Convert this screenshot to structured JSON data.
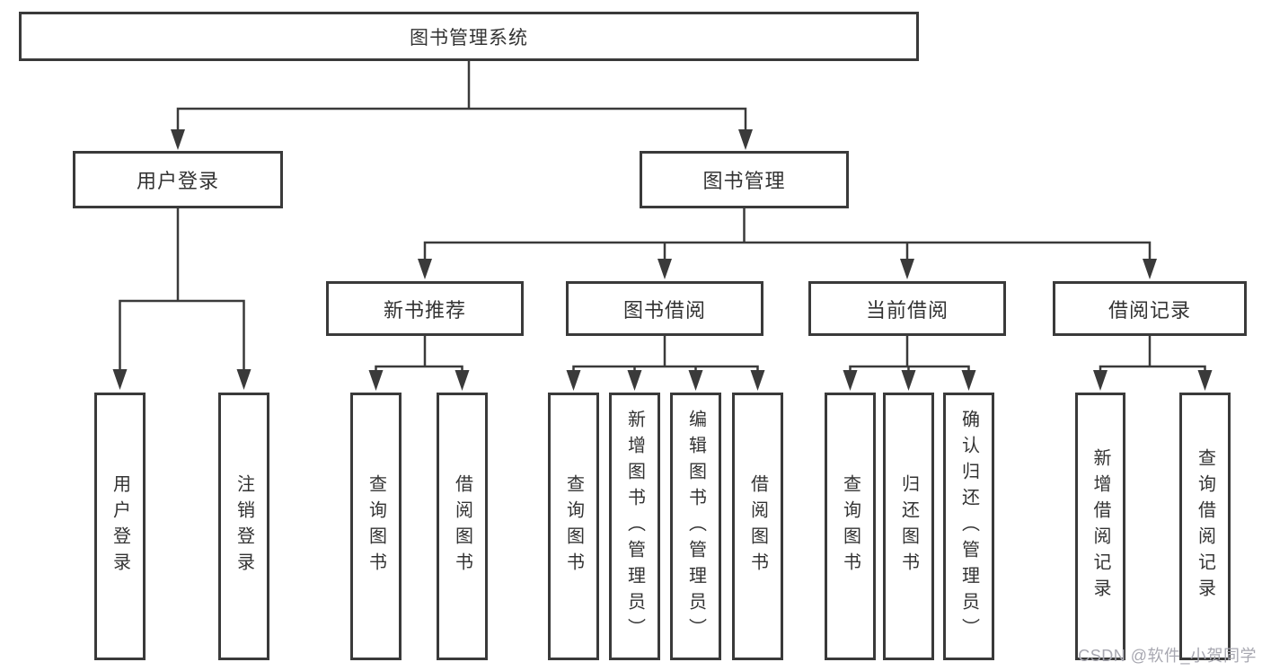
{
  "diagram": {
    "root": {
      "label": "图书管理系统"
    },
    "level2": [
      {
        "label": "用户登录"
      },
      {
        "label": "图书管理"
      }
    ],
    "level3": [
      {
        "label": "新书推荐"
      },
      {
        "label": "图书借阅"
      },
      {
        "label": "当前借阅"
      },
      {
        "label": "借阅记录"
      }
    ],
    "leaves": {
      "user_login": [
        {
          "label": "用户登录"
        },
        {
          "label": "注销登录"
        }
      ],
      "new_books": [
        {
          "label": "查询图书"
        },
        {
          "label": "借阅图书"
        }
      ],
      "book_borrow": [
        {
          "label": "查询图书"
        },
        {
          "label": "新增图书（管理员）"
        },
        {
          "label": "编辑图书（管理员）"
        },
        {
          "label": "借阅图书"
        }
      ],
      "current_borrow": [
        {
          "label": "查询图书"
        },
        {
          "label": "归还图书"
        },
        {
          "label": "确认归还（管理员）"
        }
      ],
      "borrow_records": [
        {
          "label": "新增借阅记录"
        },
        {
          "label": "查询借阅记录"
        }
      ]
    },
    "watermark": "CSDN @软件_小贺同学",
    "colors": {
      "line": "#3a3a3a",
      "box_border": "#3a3a3a",
      "text": "#333333",
      "watermark": "#a7a7b0",
      "background": "#ffffff"
    }
  }
}
